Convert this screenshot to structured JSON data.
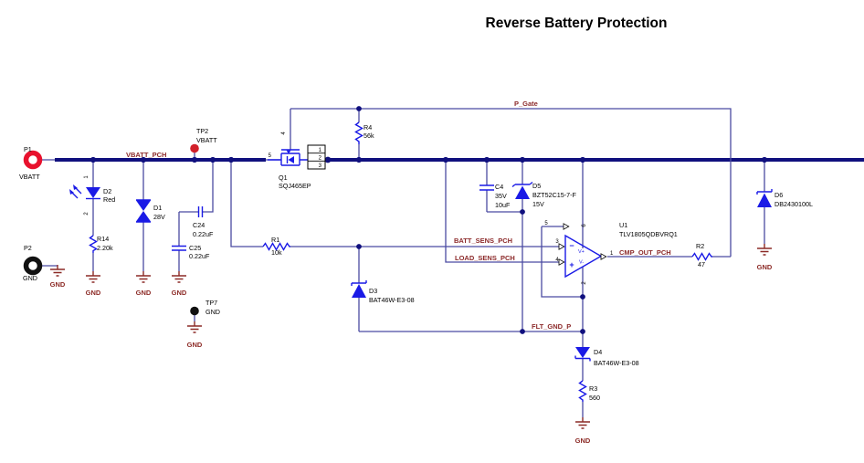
{
  "title": "Reverse Battery Protection",
  "colors": {
    "bus_wire": "#10107E",
    "thin_wire": "#4B4BA2",
    "component_blue": "#1A1AE6",
    "net_label": "#8C2A2A",
    "ground": "#8C2A26",
    "text": "#000000",
    "p1_red": "#E8112D",
    "tp2_red": "#D2202A"
  },
  "connectors": {
    "p1": {
      "ref": "P1",
      "net": "VBATT"
    },
    "p2": {
      "ref": "P2",
      "net": "GND"
    }
  },
  "test_points": {
    "tp2": {
      "ref": "TP2",
      "net": "VBATT"
    },
    "tp7": {
      "ref": "TP7",
      "net": "GND"
    }
  },
  "components": {
    "d2": {
      "ref": "D2",
      "value": "Red",
      "pin_anode": "1",
      "pin_cathode": "2"
    },
    "r14": {
      "ref": "R14",
      "value": "2.20k"
    },
    "d1": {
      "ref": "D1",
      "value": "28V"
    },
    "c24": {
      "ref": "C24",
      "value": "0.22uF"
    },
    "c25": {
      "ref": "C25",
      "value": "0.22uF"
    },
    "q1": {
      "ref": "Q1",
      "value": "SQJ465EP",
      "pin_gate": "4",
      "pin_source": "5",
      "pad1": "1",
      "pad2": "2",
      "pad3": "3"
    },
    "r4": {
      "ref": "R4",
      "value": "56k"
    },
    "r1": {
      "ref": "R1",
      "value": "10k"
    },
    "d3": {
      "ref": "D3",
      "value": "BAT46W-E3-08"
    },
    "c4": {
      "ref": "C4",
      "value": "35V",
      "value2": "10uF"
    },
    "d5": {
      "ref": "D5",
      "value": "BZT52C15-7-F",
      "value2": "15V"
    },
    "u1": {
      "ref": "U1",
      "value": "TLV1805QDBVRQ1",
      "pin_out": "1",
      "pin_vminus": "2",
      "pin_inminus": "3",
      "pin_inplus": "4",
      "pin_shdn": "5",
      "pin_vplus": "6",
      "label_vplus": "V+",
      "label_vminus": "V-",
      "sign_minus": "−",
      "sign_plus": "+"
    },
    "r2": {
      "ref": "R2",
      "value": "47"
    },
    "d6": {
      "ref": "D6",
      "value": "DB2430100L"
    },
    "d4": {
      "ref": "D4",
      "value": "BAT46W-E3-08"
    },
    "r3": {
      "ref": "R3",
      "value": "560"
    }
  },
  "net_labels": {
    "vbatt_pch": "VBATT_PCH",
    "p_gate": "P_Gate",
    "batt_sens_pch": "BATT_SENS_PCH",
    "load_sens_pch": "LOAD_SENS_PCH",
    "cmp_out_pch": "CMP_OUT_PCH",
    "flt_gnd_p": "FLT_GND_P"
  },
  "gnd_label": "GND"
}
